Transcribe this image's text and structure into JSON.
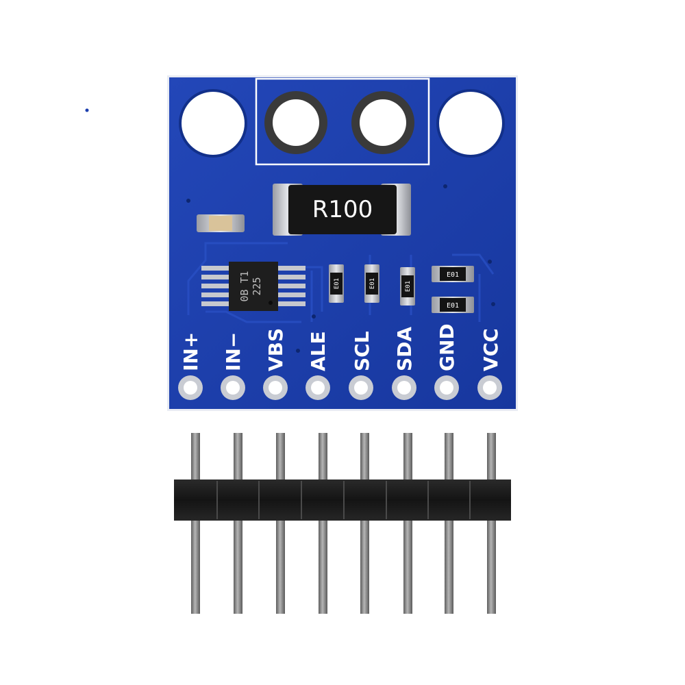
{
  "colors": {
    "board": "#1c3fae",
    "board_dark": "#12308a",
    "silkscreen": "#ffffff",
    "pad_silver": "#c9ccd3",
    "header_plastic": "#1a1a1a",
    "pin_metal": "#7d7d7d"
  },
  "shunt_resistor": {
    "label": "R100"
  },
  "ic": {
    "line1": "0B T1",
    "line2": "225"
  },
  "small_resistors": [
    {
      "label": "E01"
    },
    {
      "label": "E01"
    },
    {
      "label": "E01"
    },
    {
      "label": "E01"
    },
    {
      "label": "E01"
    }
  ],
  "pin_labels": [
    "IN+",
    "IN−",
    "VBS",
    "ALE",
    "SCL",
    "SDA",
    "GND",
    "VCC"
  ]
}
